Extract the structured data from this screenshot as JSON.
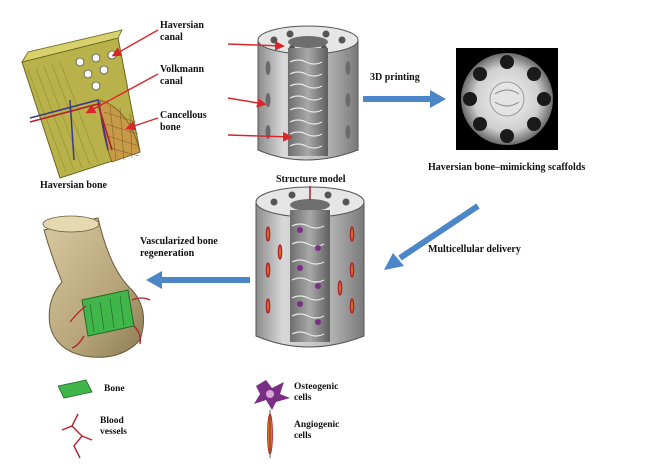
{
  "labels": {
    "haversian_canal": "Haversian canal",
    "volkmann_canal": "Volkmann canal",
    "cancellous_bone": "Cancellous bone",
    "haversian_bone": "Haversian bone",
    "structure_model": "Structure model",
    "printing_3d": "3D printing",
    "scaffolds": "Haversian bone–mimicking scaffolds",
    "multicellular_delivery": "Multicellular delivery",
    "vascularized_regen": "Vascularized bone regeneration"
  },
  "legend": {
    "bone": "Bone",
    "blood_vessels": "Blood vessels",
    "osteogenic_cells": "Osteogenic cells",
    "angiogenic_cells": "Angiogenic cells"
  },
  "colors": {
    "arrow_blue": "#4a86c8",
    "arrow_red": "#d9262c",
    "bone_tan": "#cbb98a",
    "bone_layer_yellow": "#b9b24a",
    "scaffold_gray": "#bdbdbd",
    "green_bone": "#3fb54a",
    "vessel_red": "#b0202a",
    "osteogenic_purple": "#7b2e86"
  }
}
